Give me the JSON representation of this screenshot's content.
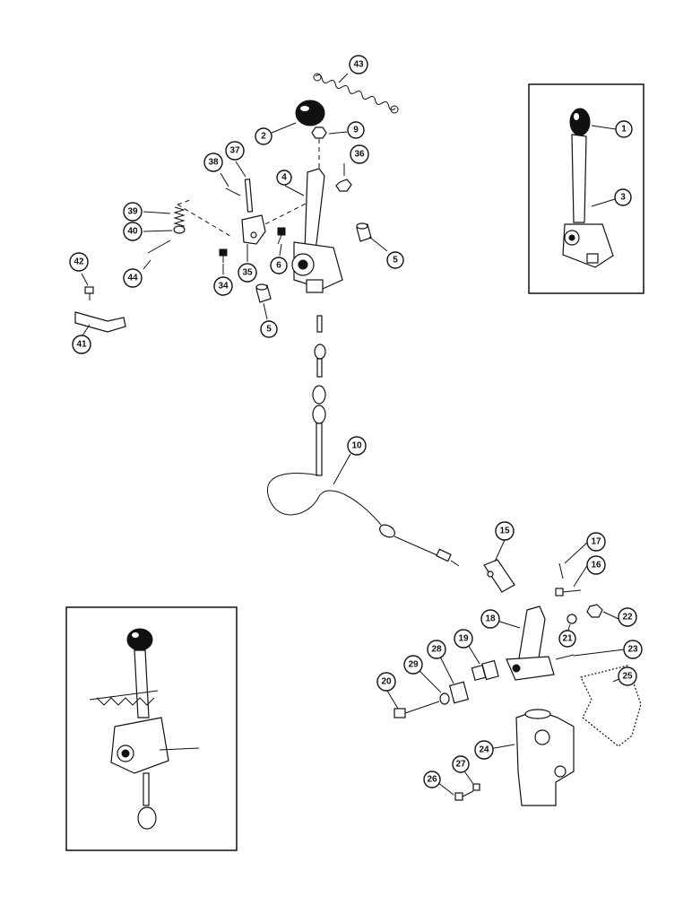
{
  "callouts": [
    {
      "id": "c1",
      "label": "1"
    },
    {
      "id": "c2",
      "label": "2"
    },
    {
      "id": "c3",
      "label": "3"
    },
    {
      "id": "c4",
      "label": "4"
    },
    {
      "id": "c5a",
      "label": "5"
    },
    {
      "id": "c5b",
      "label": "5"
    },
    {
      "id": "c6",
      "label": "6"
    },
    {
      "id": "c9",
      "label": "9"
    },
    {
      "id": "c10",
      "label": "10"
    },
    {
      "id": "c15",
      "label": "15"
    },
    {
      "id": "c16",
      "label": "16"
    },
    {
      "id": "c17",
      "label": "17"
    },
    {
      "id": "c18",
      "label": "18"
    },
    {
      "id": "c19",
      "label": "19"
    },
    {
      "id": "c20",
      "label": "20"
    },
    {
      "id": "c21",
      "label": "21"
    },
    {
      "id": "c22",
      "label": "22"
    },
    {
      "id": "c23",
      "label": "23"
    },
    {
      "id": "c24",
      "label": "24"
    },
    {
      "id": "c25",
      "label": "25"
    },
    {
      "id": "c26",
      "label": "26"
    },
    {
      "id": "c27",
      "label": "27"
    },
    {
      "id": "c28",
      "label": "28"
    },
    {
      "id": "c29",
      "label": "29"
    },
    {
      "id": "c34",
      "label": "34"
    },
    {
      "id": "c35",
      "label": "35"
    },
    {
      "id": "c36",
      "label": "36"
    },
    {
      "id": "c37",
      "label": "37"
    },
    {
      "id": "c38",
      "label": "38"
    },
    {
      "id": "c39",
      "label": "39"
    },
    {
      "id": "c40",
      "label": "40"
    },
    {
      "id": "c41",
      "label": "41"
    },
    {
      "id": "c42",
      "label": "42"
    },
    {
      "id": "c43",
      "label": "43"
    },
    {
      "id": "c44",
      "label": "44"
    }
  ]
}
